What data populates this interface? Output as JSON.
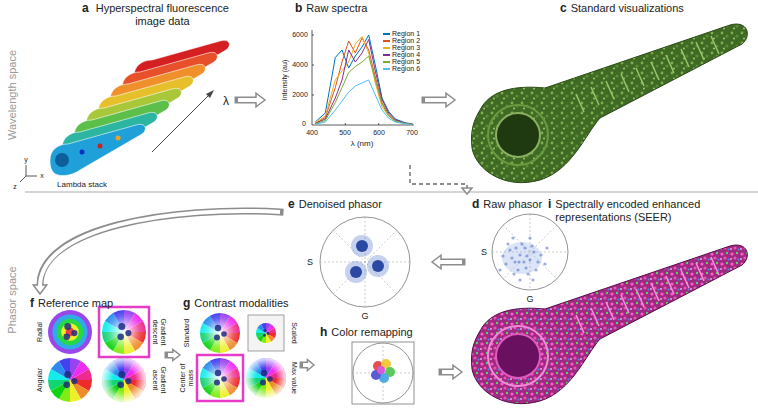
{
  "diagram": {
    "nodes": [
      {
        "text": [
          "a",
          "Hyperspectral fluorescence image data"
        ]
      },
      {
        "text": [
          "b",
          "Raw spectra"
        ]
      },
      {
        "text": [
          "c",
          "Standard visualizations"
        ]
      },
      {
        "text": [
          "d",
          "Raw phasor"
        ]
      },
      {
        "text": [
          "e",
          "Denoised phasor"
        ]
      },
      {
        "text": [
          "f",
          "Reference map"
        ]
      },
      {
        "text": [
          "g",
          "Contrast modalities"
        ]
      },
      {
        "text": [
          "h",
          "Color remapping"
        ]
      },
      {
        "text": [
          "i",
          "Spectrally encoded enhanced representations (SEER)"
        ]
      }
    ],
    "edges": [
      {
        "from": 0,
        "to": 1,
        "arrow": "to"
      },
      {
        "from": 1,
        "to": 2,
        "arrow": "to"
      },
      {
        "from": 1,
        "to": 3,
        "arrow": "to"
      },
      {
        "from": 3,
        "to": 4,
        "arrow": "to"
      },
      {
        "from": 4,
        "to": 5,
        "arrow": "to"
      },
      {
        "from": 5,
        "to": 6,
        "arrow": "to"
      },
      {
        "from": 6,
        "to": 7,
        "arrow": "to"
      },
      {
        "from": 7,
        "to": 8,
        "arrow": "to"
      }
    ],
    "labels": [
      "Wavelength space",
      "Phasor space",
      "Lambda stack",
      "y",
      "x",
      "z",
      "λ",
      "Intensity (au)",
      "0",
      "2000",
      "4000",
      "6000",
      "400",
      "500",
      "600",
      "700",
      "λ (nm)",
      "S",
      "G",
      "S",
      "G",
      "Radial",
      "Angular",
      "Gradient descent",
      "Gradient ascent",
      "Standard",
      "Center of mass",
      "Scaled",
      "Max value"
    ],
    "legend": [
      {
        "text": "Region 1",
        "color": "#0072bd"
      },
      {
        "text": "Region 2",
        "color": "#d95319"
      },
      {
        "text": "Region 3",
        "color": "#edb120"
      },
      {
        "text": "Region 4",
        "color": "#7e2f8e"
      },
      {
        "text": "Region 5",
        "color": "#77ac30"
      },
      {
        "text": "Region 6",
        "color": "#4dbeee"
      }
    ]
  }
}
